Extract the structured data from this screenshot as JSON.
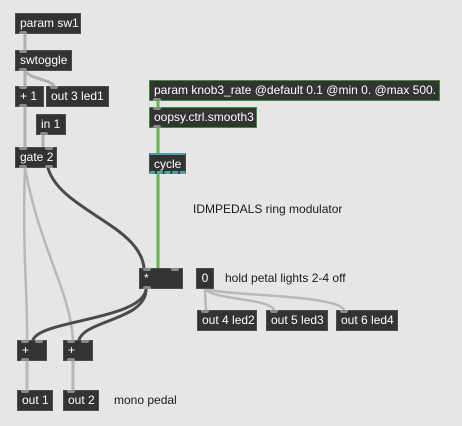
{
  "objects": {
    "param_sw1": "param sw1",
    "swtoggle": "swtoggle",
    "plus1": "+ 1",
    "out3": "out 3 led1",
    "in1": "in 1",
    "gate2": "gate 2",
    "param_knob3": "param knob3_rate @default 0.1 @min 0. @max 500.",
    "smooth3": "oopsy.ctrl.smooth3",
    "cycle": "cycle",
    "mult": "*",
    "plus_left": "+",
    "plus_right": "+",
    "out1": "out 1",
    "out2": "out 2",
    "out4": "out 4 led2",
    "out5": "out 5 led3",
    "out6": "out 6 led4"
  },
  "message": {
    "value": "0"
  },
  "comments": {
    "title": "IDMPEDALS ring modulator",
    "hold": "hold petal lights 2-4 off",
    "mono": "mono pedal"
  },
  "colors": {
    "background": "#e6e6e6",
    "object": "#333333",
    "gen_border": "#3c8c3c",
    "signal_cable": "#66b34d",
    "control_cable": "#b8b8b8"
  }
}
